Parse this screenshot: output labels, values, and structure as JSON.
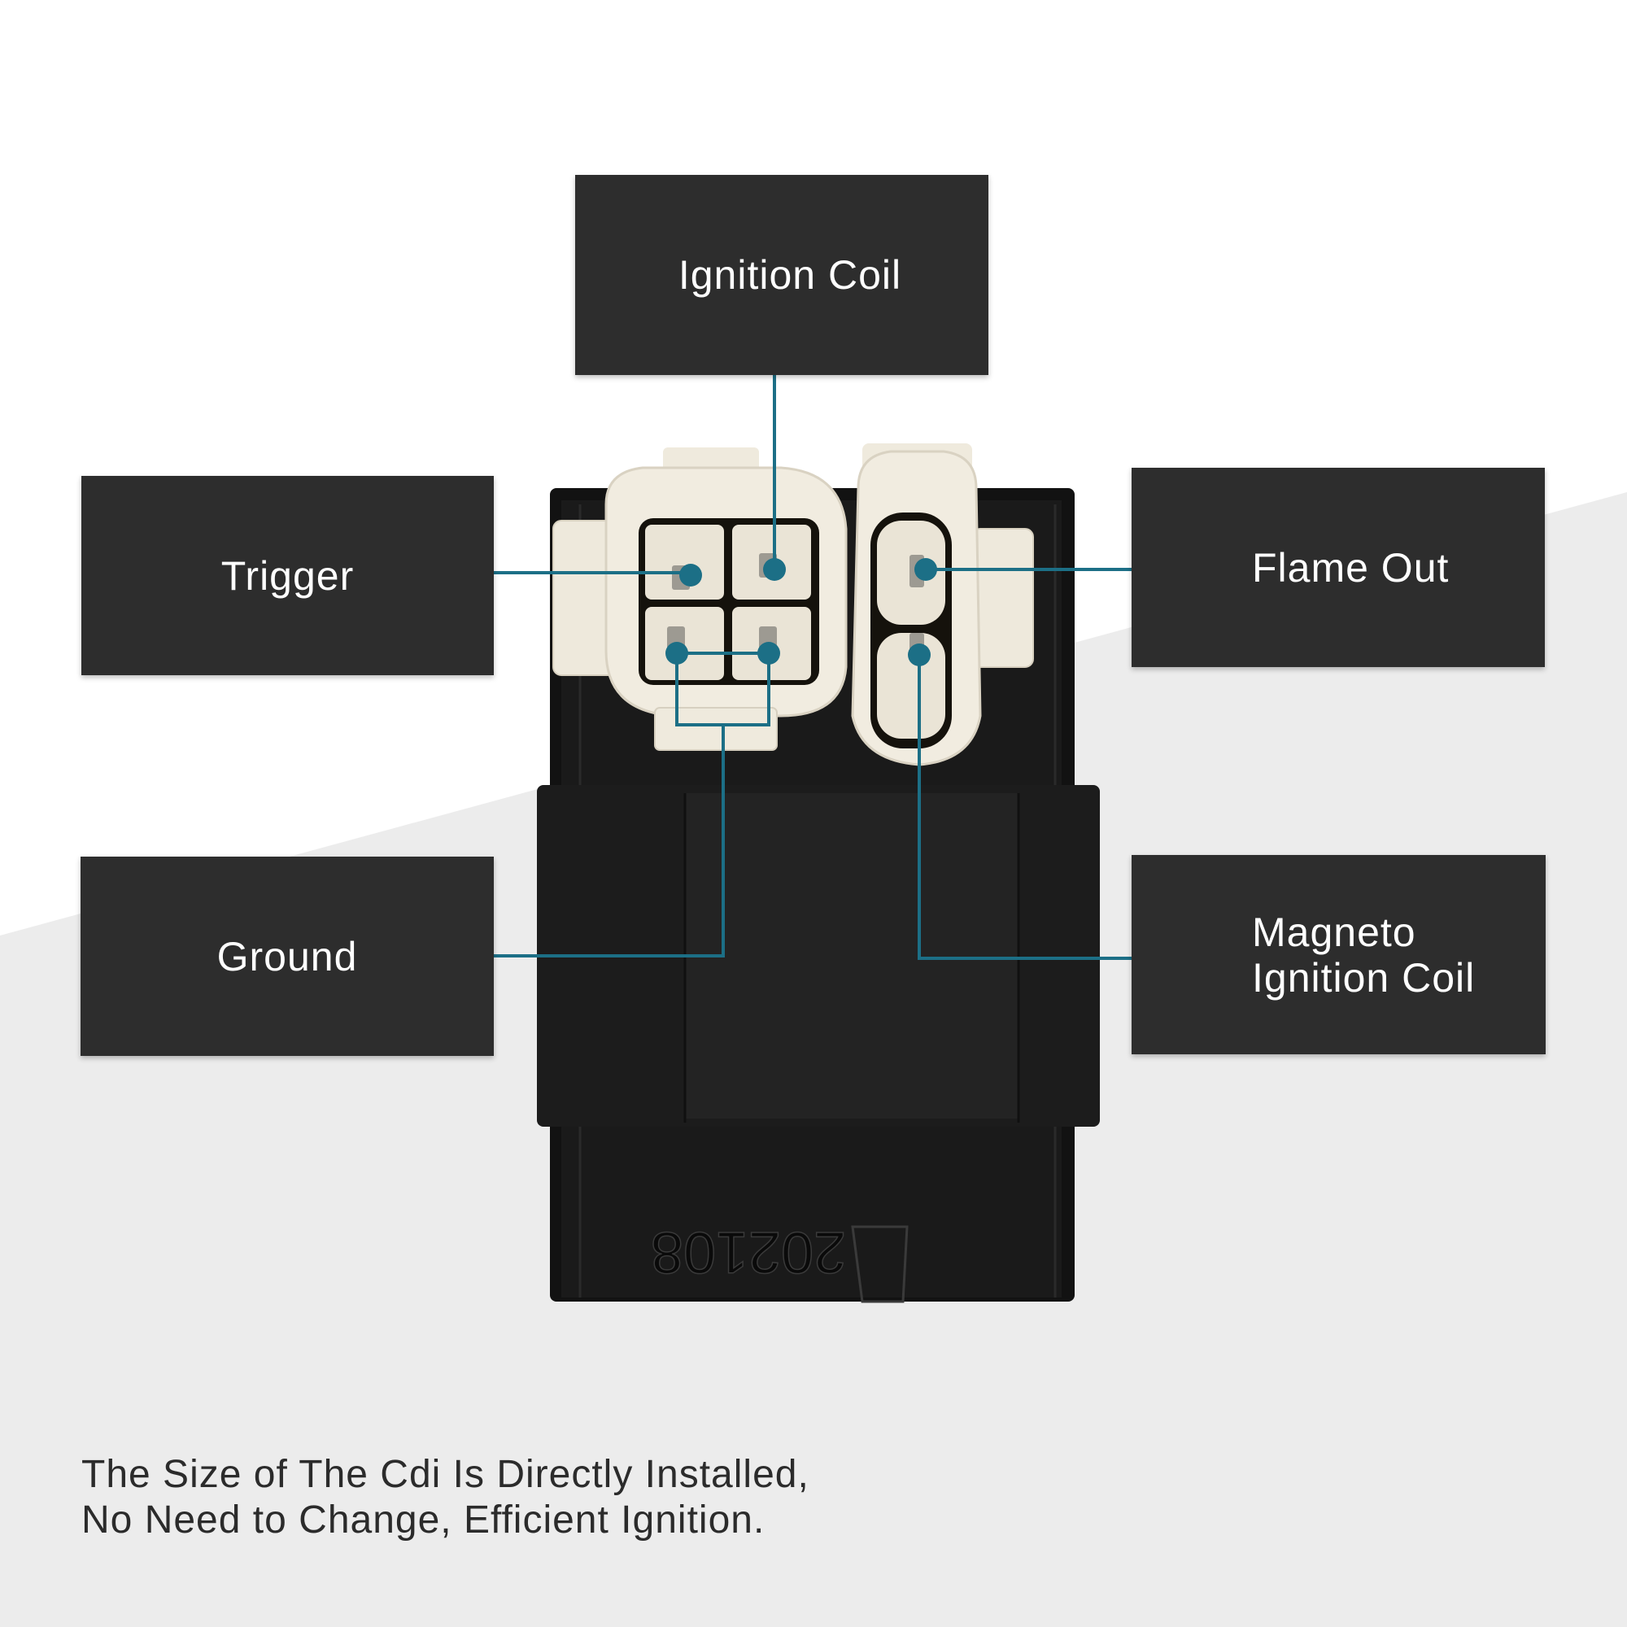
{
  "colors": {
    "background_top": "#ffffff",
    "background_bottom": "#ececec",
    "label_box": "#2d2d2d",
    "label_text": "#ffffff",
    "connector_line": "#1c6f86",
    "cdi_body": "#151515",
    "connector_plug": "#f1ece0",
    "caption_text": "#2b2b2b"
  },
  "labels": {
    "ignition_coil": "Ignition Coil",
    "trigger": "Trigger",
    "flame_out": "Flame Out",
    "ground": "Ground",
    "magneto_line1": "Magneto",
    "magneto_line2": "Ignition Coil"
  },
  "product": {
    "embossed_code": "202108"
  },
  "caption": {
    "line1": "The Size of The Cdi Is Directly Installed,",
    "line2": "No Need to Change, Efficient Ignition."
  }
}
